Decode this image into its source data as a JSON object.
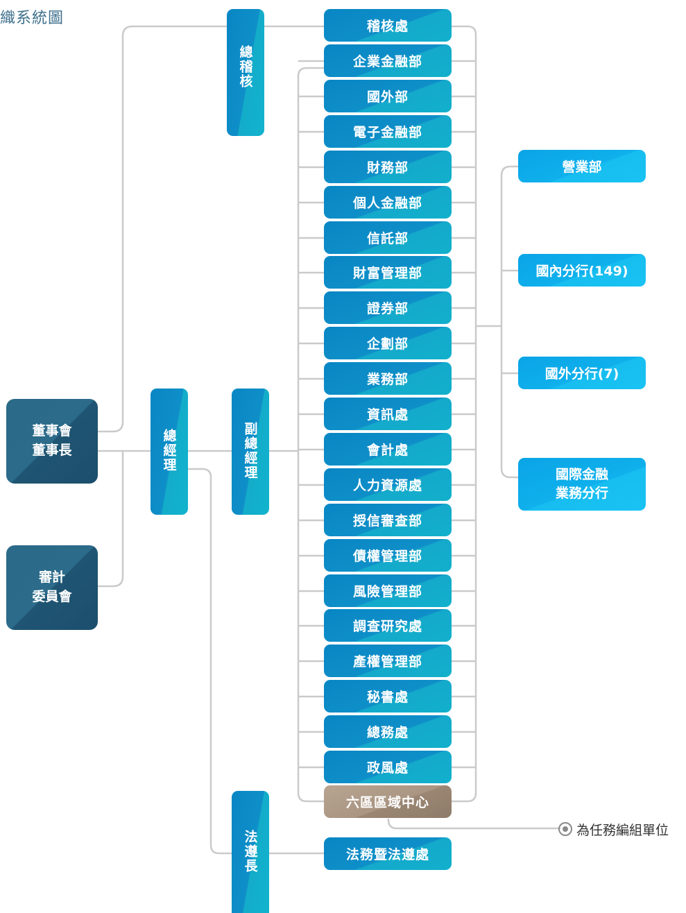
{
  "title": "織系統圖",
  "board": {
    "line1": "董事會",
    "line2": "董事長"
  },
  "audit_committee": {
    "line1": "審計",
    "line2": "委員會"
  },
  "chief_auditor": "總稽核",
  "president": "總經理",
  "evp": "副總經理",
  "chief_compliance": "法遵長",
  "audit_office": "稽核處",
  "departments": [
    "企業金融部",
    "國外部",
    "電子金融部",
    "財務部",
    "個人金融部",
    "信託部",
    "財富管理部",
    "證券部",
    "企劃部",
    "業務部",
    "資訊處",
    "會計處",
    "人力資源處",
    "授信審查部",
    "債權管理部",
    "風險管理部",
    "調查研究處",
    "產權管理部",
    "秘書處",
    "總務處",
    "政風處"
  ],
  "task_unit": "六區區域中心",
  "legal_compliance": "法務暨法遵處",
  "branches": {
    "business_dept": "營業部",
    "domestic": "國內分行(149)",
    "overseas": "國外分行(7)",
    "obu_line1": "國際金融",
    "obu_line2": "業務分行"
  },
  "legend": "為任務編組單位",
  "colors": {
    "dept_blue": "#0886c4",
    "dept_teal": "#12b0cc",
    "branch_blue": "#0fb0ec",
    "board_navy": "#1f5573",
    "task_tan": "#a99582",
    "connector": "#c8c8c8"
  }
}
